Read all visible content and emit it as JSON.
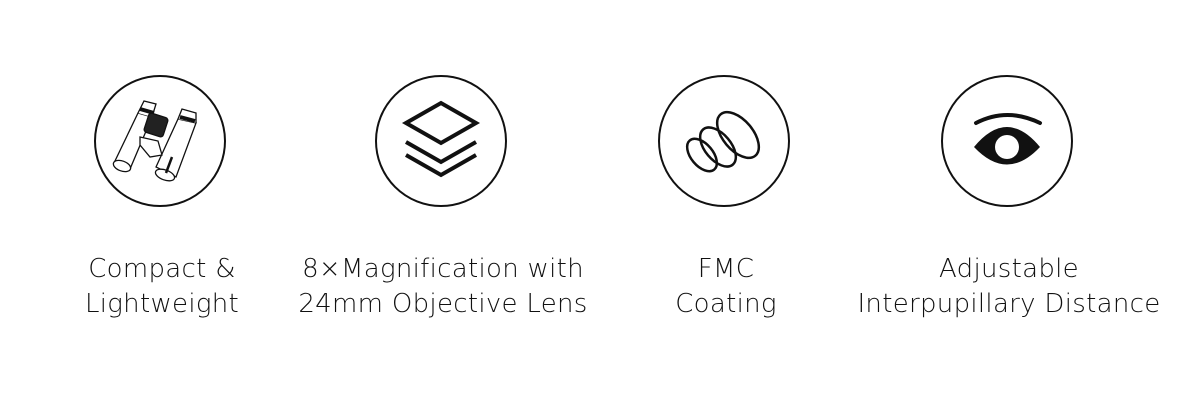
{
  "features": [
    {
      "icon": "binoculars-icon",
      "lines": [
        "Compact &",
        "Lightweight"
      ]
    },
    {
      "icon": "layers-icon",
      "lines": [
        "8×Magnification with",
        "24mm Objective Lens"
      ]
    },
    {
      "icon": "lens-coating-icon",
      "lines": [
        "FMC",
        "Coating"
      ]
    },
    {
      "icon": "eye-icon",
      "lines": [
        "Adjustable",
        "Interpupillary Distance"
      ]
    }
  ]
}
